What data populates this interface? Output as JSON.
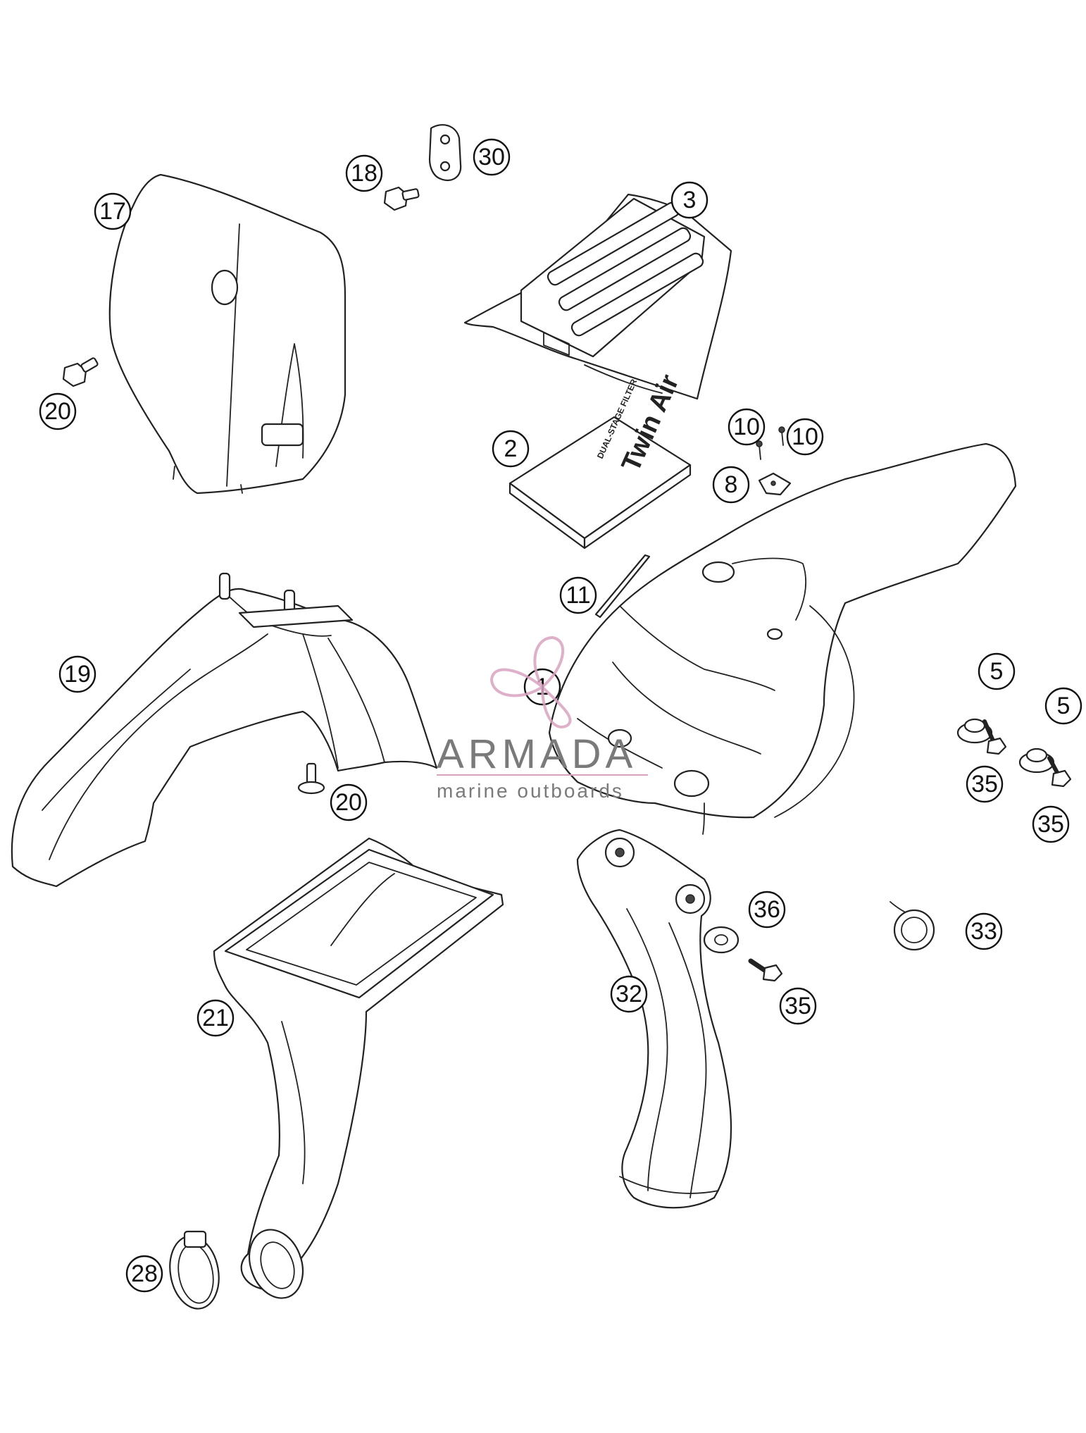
{
  "callouts": [
    {
      "id": "c17",
      "label": "17"
    },
    {
      "id": "c18",
      "label": "18"
    },
    {
      "id": "c30",
      "label": "30"
    },
    {
      "id": "c3",
      "label": "3"
    },
    {
      "id": "c20a",
      "label": "20"
    },
    {
      "id": "c2",
      "label": "2"
    },
    {
      "id": "c10a",
      "label": "10"
    },
    {
      "id": "c10b",
      "label": "10"
    },
    {
      "id": "c8",
      "label": "8"
    },
    {
      "id": "c11",
      "label": "11"
    },
    {
      "id": "c19",
      "label": "19"
    },
    {
      "id": "c1",
      "label": "1"
    },
    {
      "id": "c5a",
      "label": "5"
    },
    {
      "id": "c5b",
      "label": "5"
    },
    {
      "id": "c35a",
      "label": "35"
    },
    {
      "id": "c35b",
      "label": "35"
    },
    {
      "id": "c20b",
      "label": "20"
    },
    {
      "id": "c36",
      "label": "36"
    },
    {
      "id": "c33",
      "label": "33"
    },
    {
      "id": "c32",
      "label": "32"
    },
    {
      "id": "c35c",
      "label": "35"
    },
    {
      "id": "c21",
      "label": "21"
    },
    {
      "id": "c28",
      "label": "28"
    }
  ],
  "filter_box": {
    "brand": "Twin Air",
    "subtitle": "DUAL-STAGE FILTER"
  },
  "watermark": {
    "name": "ARMADA",
    "tagline": "marine outboards",
    "accent_color": "#d9a3c0"
  }
}
